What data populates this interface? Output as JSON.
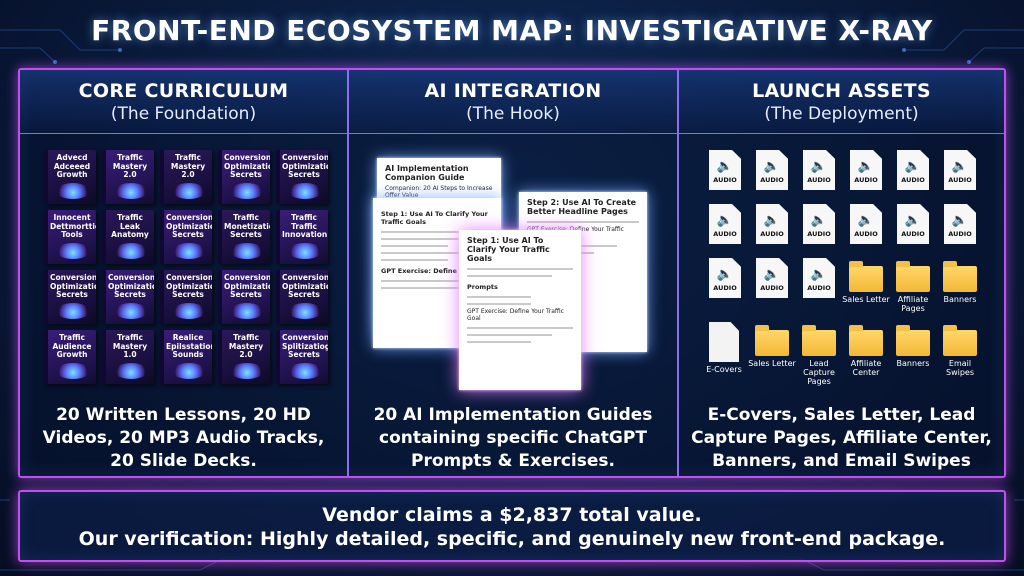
{
  "title": "FRONT-END ECOSYSTEM MAP: INVESTIGATIVE X-RAY",
  "accent_color": "#c54ef0",
  "columns": [
    {
      "title": "CORE CURRICULUM",
      "subtitle": "(The Foundation)",
      "description": "20 Written Lessons, 20 HD Videos, 20 MP3 Audio Tracks, 20 Slide Decks."
    },
    {
      "title": "AI INTEGRATION",
      "subtitle": "(The Hook)",
      "description": "20 AI Implementation Guides containing specific ChatGPT Prompts & Exercises."
    },
    {
      "title": "LAUNCH ASSETS",
      "subtitle": "(The Deployment)",
      "description": "E-Covers, Sales Letter, Lead Capture Pages, Affiliate Center, Banners, and Email Swipes"
    }
  ],
  "books": [
    "Advecd Adceeed Growth",
    "Traffic Mastery 2.0",
    "Traffic Mastery 2.0",
    "Conversion Optimization Secrets",
    "Conversion Optimization Secrets",
    "Innocent Dettmorttion Tools",
    "Traffic Leak Anatomy",
    "Conversion Optimization Secrets",
    "Traffic Monetization Secrets",
    "Traffic Traffic Innovation",
    "Conversion Optimization Secrets",
    "Conversion Optimization Secrets",
    "Conversion Optimization Secrets",
    "Conversion Optimization Secrets",
    "Conversion Optimization Secrets",
    "Traffic Audience Growth",
    "Traffic Mastery 1.0",
    "Realice Epilsstation Sounds",
    "Traffic Mastery 2.0",
    "Conversion Splitizatiog Secrets"
  ],
  "guides": {
    "doc1": {
      "heading": "AI Implementation Companion Guide",
      "sub": "Companion: 20 AI Steps to Increase Offer Value",
      "step": "Step 1: Use AI To Clarify Your Traffic Goals",
      "exercise": "GPT Exercise: Define Your Traf"
    },
    "doc2": {
      "heading": "Step 2: Use AI To Create Better Headline Pages",
      "sub": "GPT Exercise: Define Your Traffic Goal"
    },
    "doc4": {
      "heading": "Step 1: Use AI To Clarify Your Traffic Goals",
      "sub": "GPT Exercise: Define Your Traffic Goal",
      "step": "Prompts"
    }
  },
  "assets": {
    "audio_label": "AUDIO",
    "folder_row_labels": [
      "Sales Letter",
      "Affiliate Pages",
      "Banners"
    ],
    "bottom_labels": [
      "E-Covers",
      "Sales Letter",
      "Lead Capture Pages",
      "Affiliate Center",
      "Banners",
      "Email Swipes"
    ],
    "speaker_icon": "speaker-icon"
  },
  "summary": {
    "line1": "Vendor claims a $2,837 total value.",
    "line2": "Our verification: Highly detailed, specific, and genuinely new front-end package."
  }
}
